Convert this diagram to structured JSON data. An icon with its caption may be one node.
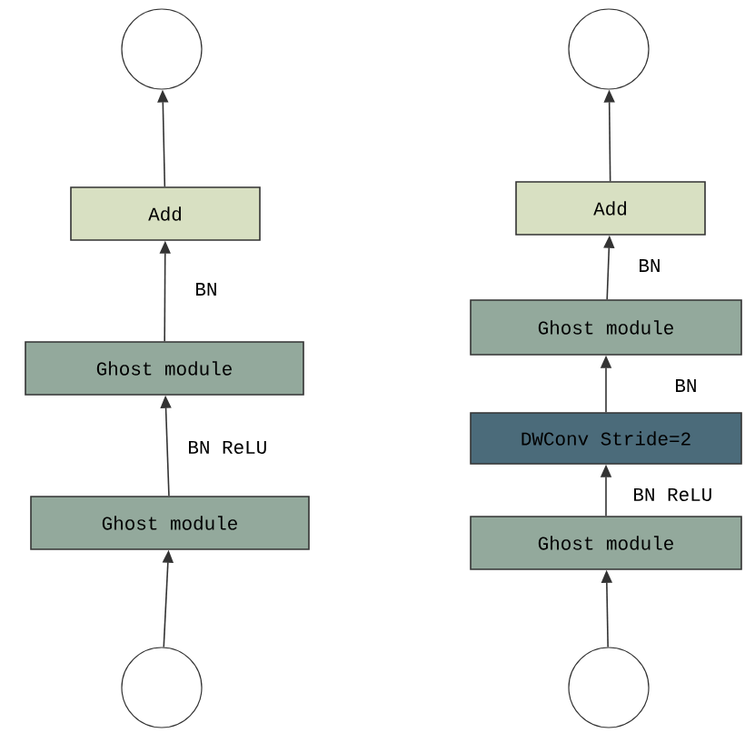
{
  "diagram": {
    "nodes": [
      {
        "text": [],
        "shape": "circle"
      },
      {
        "text": [
          "Add"
        ]
      },
      {
        "text": [
          "Ghost module"
        ]
      },
      {
        "text": [
          "Ghost module"
        ]
      },
      {
        "text": [],
        "shape": "circle"
      },
      {
        "text": [],
        "shape": "circle"
      },
      {
        "text": [
          "Add"
        ]
      },
      {
        "text": [
          "Ghost module"
        ]
      },
      {
        "text": [
          "DWConv Stride=2"
        ]
      },
      {
        "text": [
          "Ghost module"
        ]
      },
      {
        "text": [],
        "shape": "circle"
      }
    ],
    "edges": [
      {
        "from": 4,
        "to": 3,
        "arrow": "to"
      },
      {
        "from": 3,
        "to": 2,
        "arrow": "to",
        "label": "BN ReLU"
      },
      {
        "from": 2,
        "to": 1,
        "arrow": "to",
        "label": "BN"
      },
      {
        "from": 1,
        "to": 0,
        "arrow": "to"
      },
      {
        "from": 10,
        "to": 9,
        "arrow": "to"
      },
      {
        "from": 9,
        "to": 8,
        "arrow": "to",
        "label": "BN ReLU"
      },
      {
        "from": 8,
        "to": 7,
        "arrow": "to",
        "label": "BN"
      },
      {
        "from": 7,
        "to": 6,
        "arrow": "to",
        "label": "BN"
      },
      {
        "from": 6,
        "to": 5,
        "arrow": "to"
      }
    ]
  }
}
